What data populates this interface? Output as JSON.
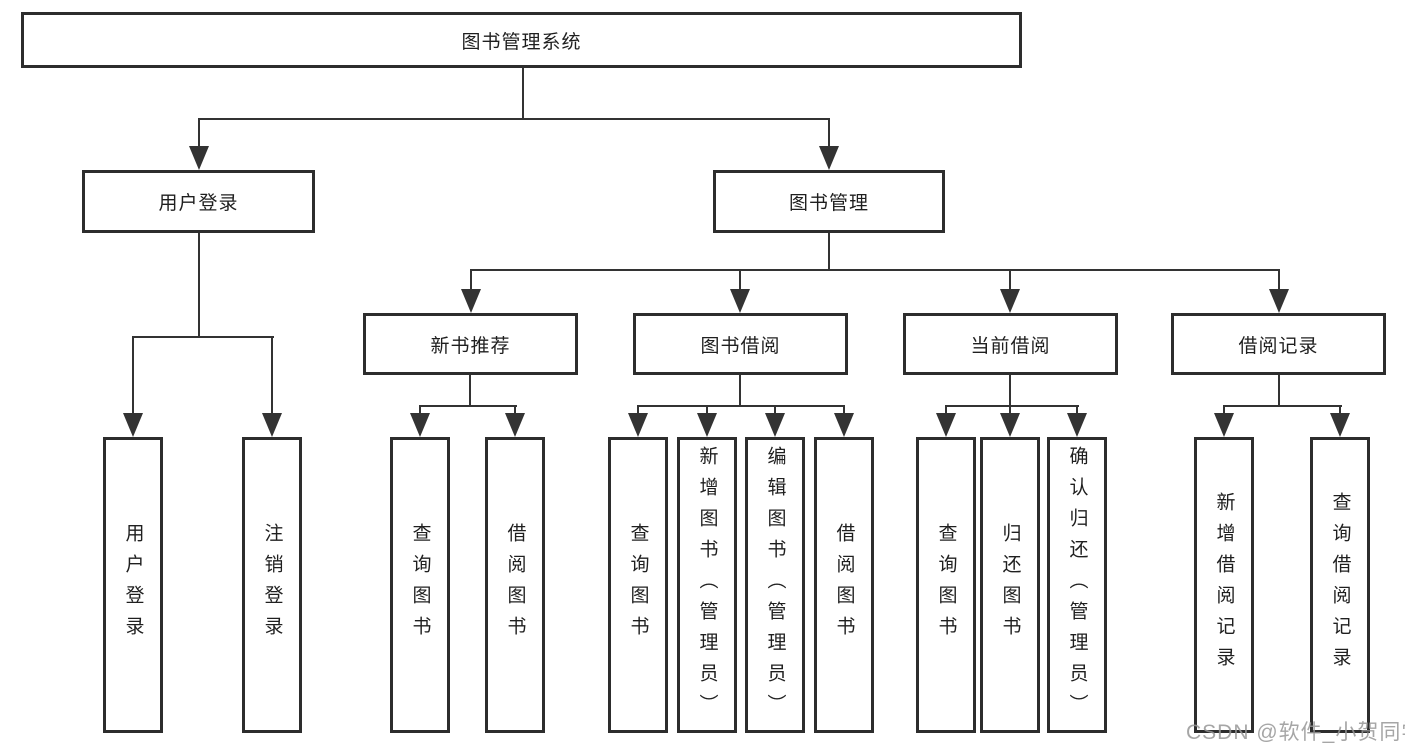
{
  "diagram": {
    "title": "图书管理系统",
    "type": "hierarchy-tree",
    "colors": {
      "line": "#333333",
      "box_border": "#2d2d2d",
      "box_fill": "#ffffff",
      "text": "#1f1f1f",
      "background": "#ffffff",
      "watermark": "#969696"
    },
    "tree": {
      "root": {
        "label": "图书管理系统",
        "children": [
          {
            "label": "用户登录",
            "children": [
              {
                "label": "用户登录"
              },
              {
                "label": "注销登录"
              }
            ]
          },
          {
            "label": "图书管理",
            "children": [
              {
                "label": "新书推荐",
                "children": [
                  {
                    "label": "查询图书"
                  },
                  {
                    "label": "借阅图书"
                  }
                ]
              },
              {
                "label": "图书借阅",
                "children": [
                  {
                    "label": "查询图书"
                  },
                  {
                    "label": "新增图书（管理员）"
                  },
                  {
                    "label": "编辑图书（管理员）"
                  },
                  {
                    "label": "借阅图书"
                  }
                ]
              },
              {
                "label": "当前借阅",
                "children": [
                  {
                    "label": "查询图书"
                  },
                  {
                    "label": "归还图书"
                  },
                  {
                    "label": "确认归还（管理员）"
                  }
                ]
              },
              {
                "label": "借阅记录",
                "children": [
                  {
                    "label": "新增借阅记录"
                  },
                  {
                    "label": "查询借阅记录"
                  }
                ]
              }
            ]
          }
        ]
      }
    }
  },
  "watermark": {
    "text": "CSDN @软件_小贺同学"
  }
}
